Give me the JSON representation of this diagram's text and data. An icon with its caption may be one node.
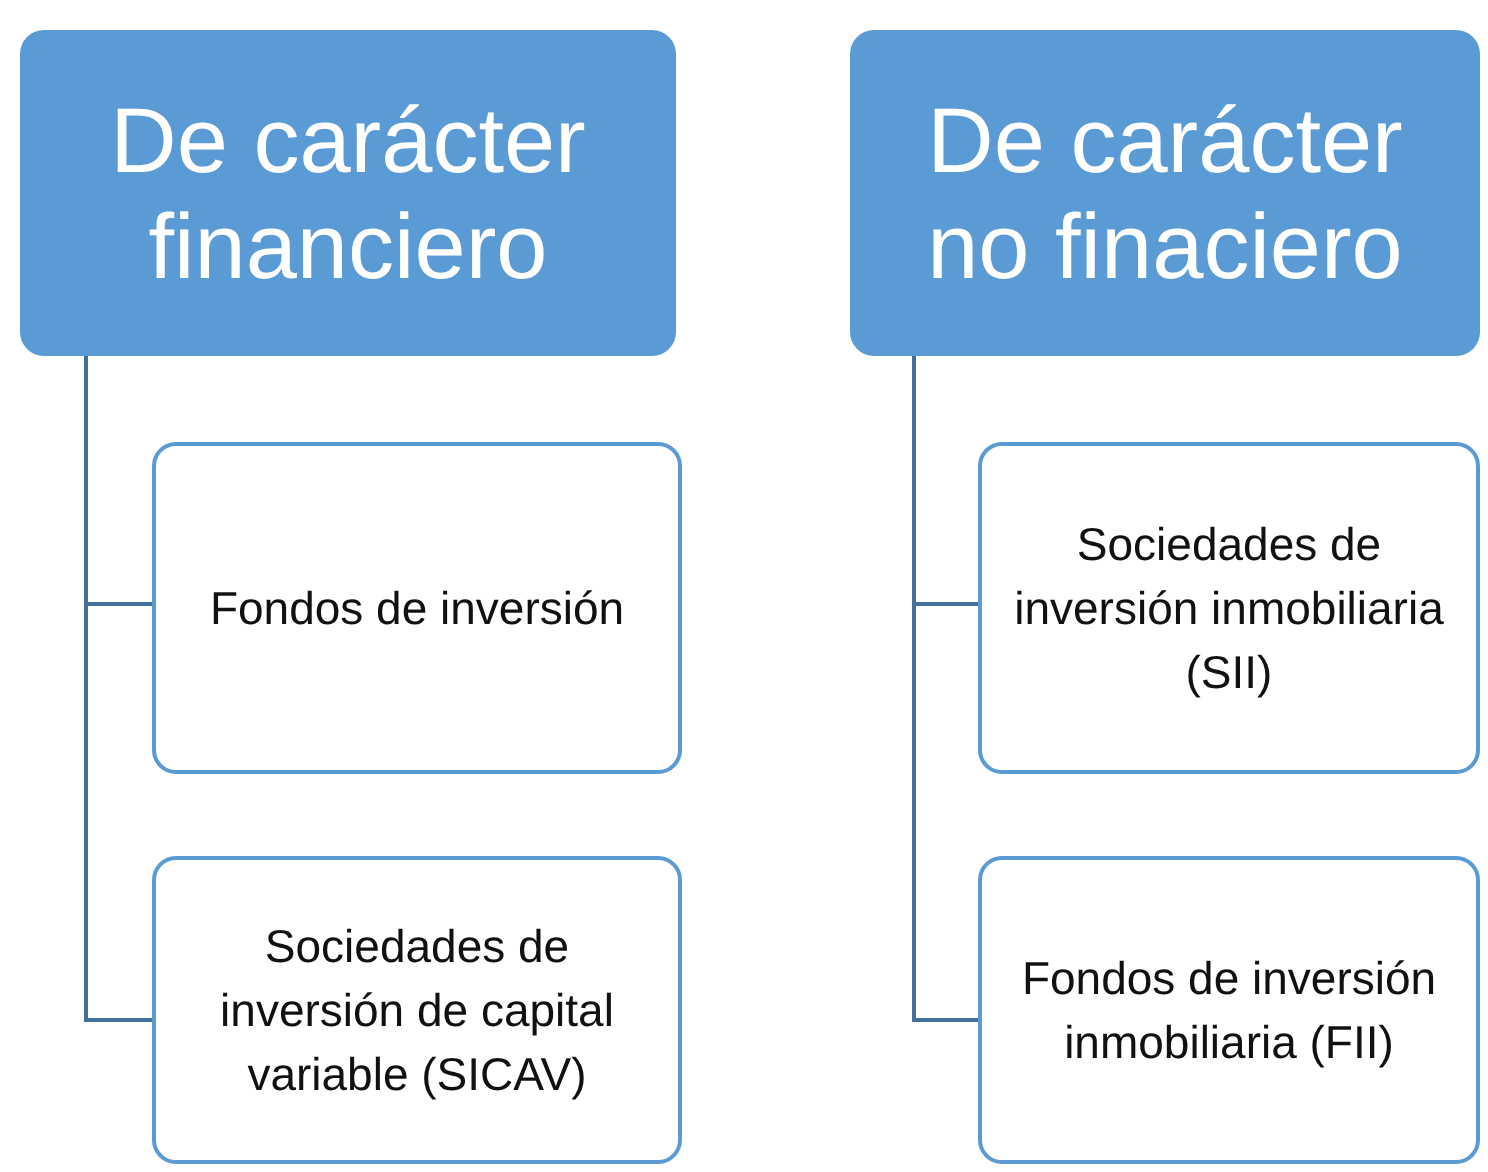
{
  "diagram": {
    "nodes": [
      {
        "text": [
          "De carácter financiero"
        ]
      },
      {
        "text": [
          "Fondos de inversión"
        ]
      },
      {
        "text": [
          "Sociedades de inversión de capital variable (SICAV)"
        ]
      },
      {
        "text": [
          "De carácter no finaciero"
        ]
      },
      {
        "text": [
          "Sociedades de inversión inmobiliaria (SII)"
        ]
      },
      {
        "text": [
          "Fondos de inversión inmobiliaria (FII)"
        ]
      }
    ],
    "edges": [
      {
        "from": 0,
        "to": 1,
        "arrow": "none"
      },
      {
        "from": 0,
        "to": 2,
        "arrow": "none"
      },
      {
        "from": 3,
        "to": 4,
        "arrow": "none"
      },
      {
        "from": 3,
        "to": 5,
        "arrow": "none"
      }
    ]
  }
}
